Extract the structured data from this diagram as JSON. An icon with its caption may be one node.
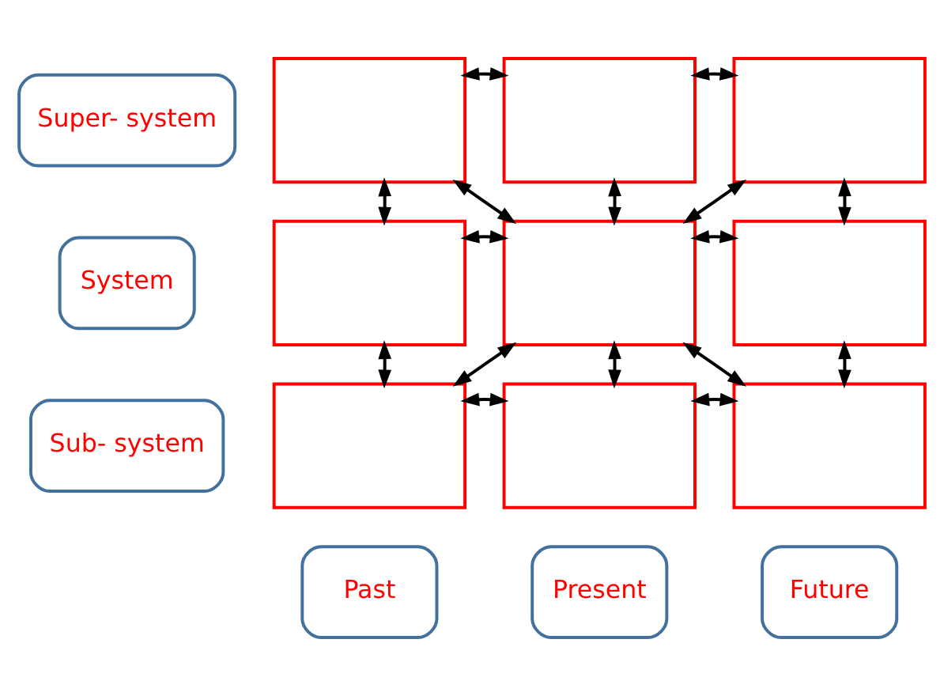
{
  "diagram": {
    "nodes": [
      {
        "text": [
          "Super- system"
        ]
      },
      {
        "text": [],
        "shape": "box"
      },
      {
        "text": [],
        "shape": "box"
      },
      {
        "text": [],
        "shape": "box"
      },
      {
        "text": [
          "System"
        ]
      },
      {
        "text": [],
        "shape": "box"
      },
      {
        "text": [],
        "shape": "box"
      },
      {
        "text": [],
        "shape": "box"
      },
      {
        "text": [
          "Sub- system"
        ]
      },
      {
        "text": [],
        "shape": "box"
      },
      {
        "text": [],
        "shape": "box"
      },
      {
        "text": [],
        "shape": "box"
      },
      {
        "text": [
          "Past"
        ]
      },
      {
        "text": [
          "Present"
        ]
      },
      {
        "text": [
          "Future"
        ]
      }
    ],
    "edges": [
      {
        "from": 1,
        "to": 2,
        "arrow": "both"
      },
      {
        "from": 2,
        "to": 3,
        "arrow": "both"
      },
      {
        "from": 1,
        "to": 5,
        "arrow": "both"
      },
      {
        "from": 1,
        "to": 6,
        "arrow": "both"
      },
      {
        "from": 2,
        "to": 6,
        "arrow": "both"
      },
      {
        "from": 3,
        "to": 6,
        "arrow": "both"
      },
      {
        "from": 3,
        "to": 7,
        "arrow": "both"
      },
      {
        "from": 5,
        "to": 6,
        "arrow": "both"
      },
      {
        "from": 6,
        "to": 7,
        "arrow": "both"
      },
      {
        "from": 5,
        "to": 9,
        "arrow": "both"
      },
      {
        "from": 9,
        "to": 6,
        "arrow": "both"
      },
      {
        "from": 6,
        "to": 10,
        "arrow": "both"
      },
      {
        "from": 6,
        "to": 11,
        "arrow": "both"
      },
      {
        "from": 7,
        "to": 11,
        "arrow": "both"
      },
      {
        "from": 9,
        "to": 10,
        "arrow": "both"
      },
      {
        "from": 10,
        "to": 11,
        "arrow": "both"
      }
    ]
  }
}
